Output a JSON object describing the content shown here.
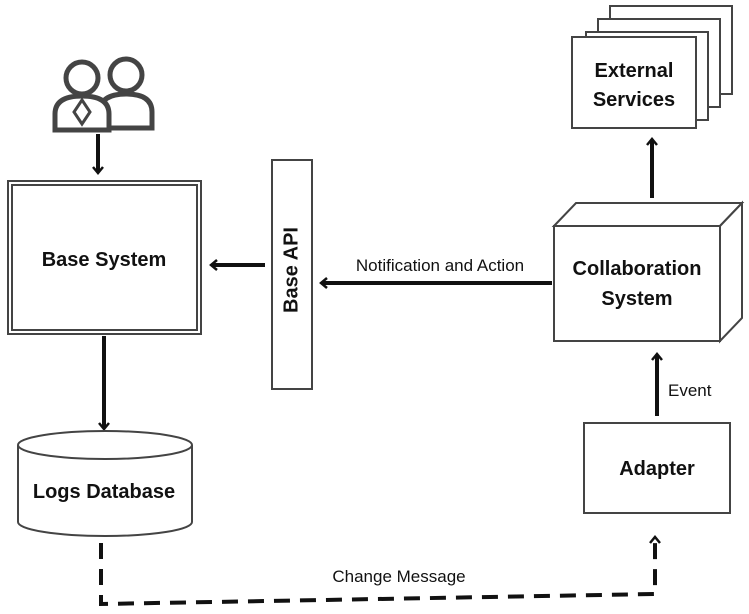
{
  "nodes": {
    "external_services": {
      "line1": "External",
      "line2": "Services"
    },
    "base_system": {
      "label": "Base System"
    },
    "base_api": {
      "label": "Base API"
    },
    "collaboration_system": {
      "line1": "Collaboration",
      "line2": "System"
    },
    "logs_database": {
      "label": "Logs Database"
    },
    "adapter": {
      "label": "Adapter"
    }
  },
  "edges": {
    "notification_and_action": "Notification and Action",
    "event": "Event",
    "change_message": "Change Message"
  }
}
